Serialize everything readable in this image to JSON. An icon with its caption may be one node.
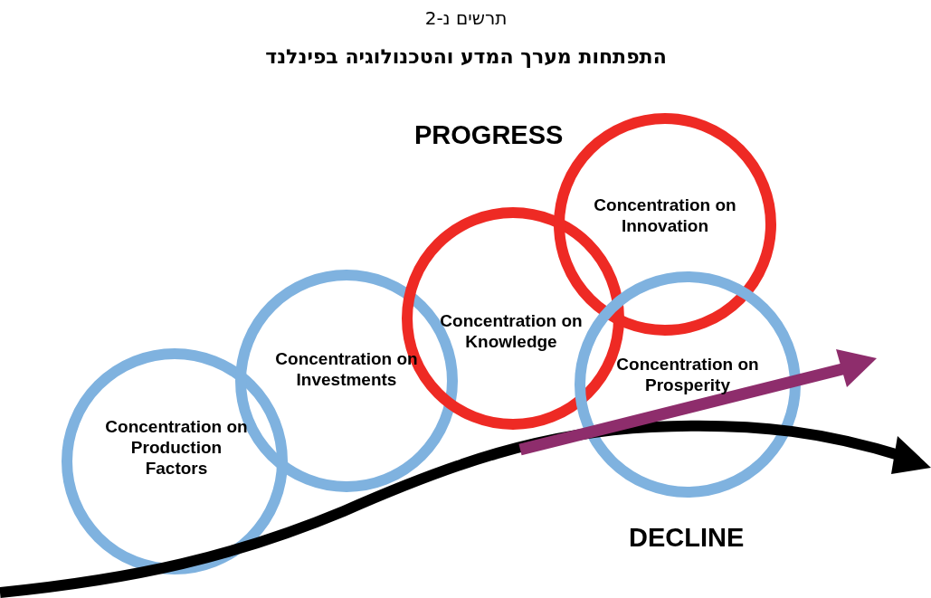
{
  "diagram": {
    "title": "התפתחות מערך המדע והטכנולוגיה בפינלנד",
    "nodes": [
      {
        "text": [
          "Concentration on Production Factors"
        ]
      },
      {
        "text": [
          "Concentration on Investments"
        ]
      },
      {
        "text": [
          "Concentration on Knowledge"
        ]
      },
      {
        "text": [
          "Concentration on Innovation"
        ]
      },
      {
        "text": [
          "Concentration on Prosperity"
        ]
      }
    ],
    "labels": [
      "תרשים נ-2",
      "PROGRESS",
      "DECLINE"
    ]
  }
}
